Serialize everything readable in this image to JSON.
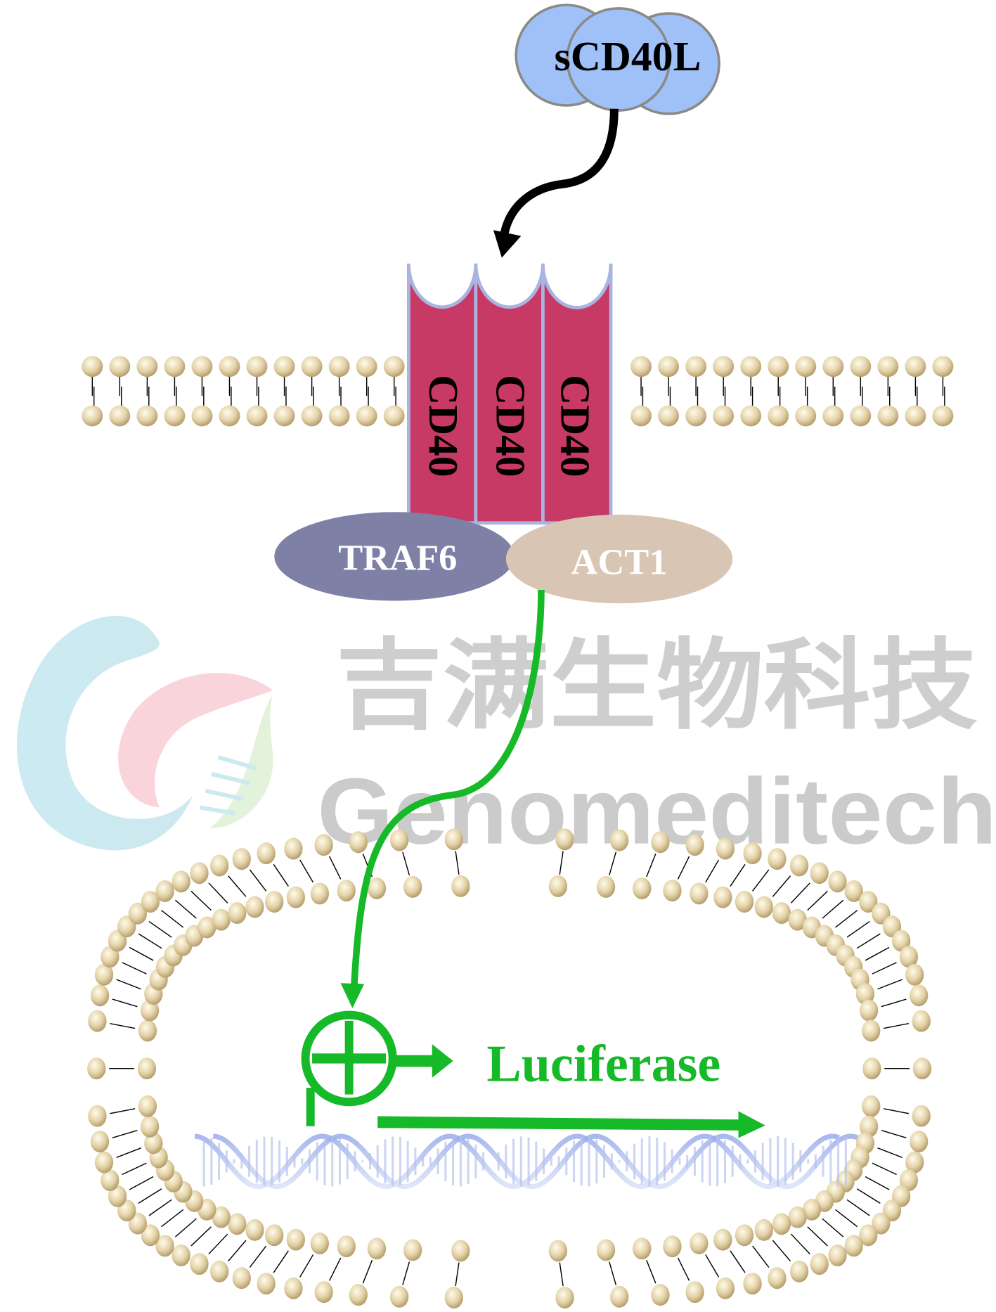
{
  "ligand": {
    "label": "sCD40L",
    "fill": "#9fc1f7"
  },
  "receptor": {
    "labels": [
      "CD40",
      "CD40",
      "CD40"
    ],
    "fill": "#c83a66",
    "outline": "#a9b4e0"
  },
  "adaptors": [
    {
      "label": "TRAF6",
      "fill": "#7e80a5"
    },
    {
      "label": "ACT1",
      "fill": "#d8c5b3"
    }
  ],
  "reporter": {
    "label": "Luciferase",
    "color": "#16b927"
  },
  "watermark": {
    "chinese": "吉满生物科技",
    "english": "Genomeditech"
  },
  "colors": {
    "lipid": "#d9c79c",
    "dna": "#a8b6ec",
    "arrow": "#000000"
  }
}
